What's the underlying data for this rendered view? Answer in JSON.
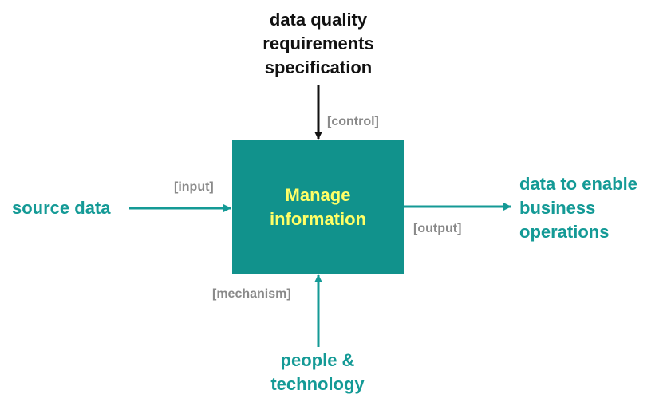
{
  "process": {
    "lines": [
      "Manage",
      "information"
    ]
  },
  "control": {
    "lines": [
      "data quality",
      "requirements",
      "specification"
    ],
    "role": "[control]"
  },
  "input": {
    "label": "source data",
    "role": "[input]"
  },
  "output": {
    "lines": [
      "data to enable",
      "business",
      "operations"
    ],
    "role": "[output]"
  },
  "mechanism": {
    "lines": [
      "people &",
      "technology"
    ],
    "role": "[mechanism]"
  },
  "colors": {
    "box": "#11928c",
    "box_text": "#ffff66",
    "teal": "#149a96",
    "role_gray": "#8a8a8a",
    "control_arrow": "#111111"
  }
}
